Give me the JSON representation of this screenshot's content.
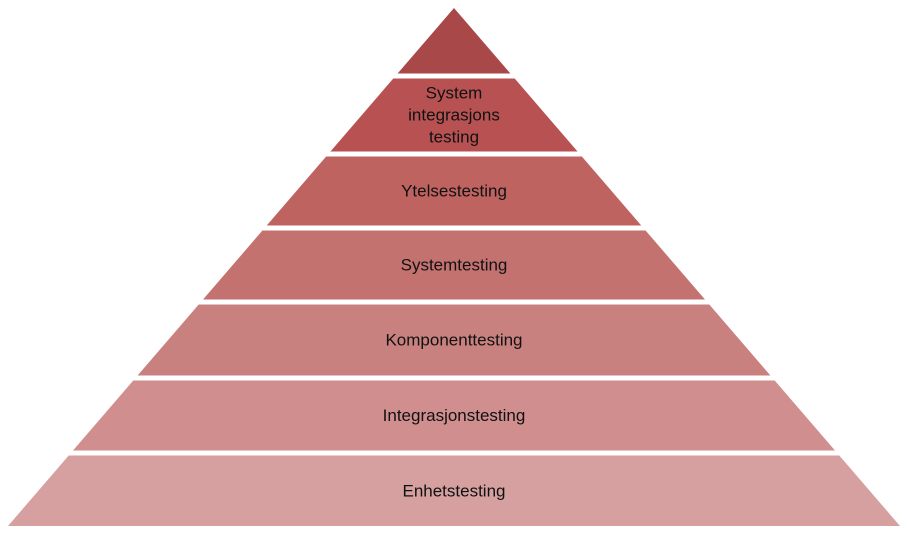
{
  "pyramid": {
    "levels": [
      {
        "label_lines": [],
        "color": "#A84848"
      },
      {
        "label_lines": [
          "System",
          "integrasjons",
          "testing"
        ],
        "color": "#B85252"
      },
      {
        "label_lines": [
          "Ytelsestesting"
        ],
        "color": "#BE6360"
      },
      {
        "label_lines": [
          "Systemtesting"
        ],
        "color": "#C47270"
      },
      {
        "label_lines": [
          "Komponenttesting"
        ],
        "color": "#C98180"
      },
      {
        "label_lines": [
          "Integrasjonstesting"
        ],
        "color": "#D08F8E"
      },
      {
        "label_lines": [
          "Enhetstesting"
        ],
        "color": "#D6A0A0"
      }
    ]
  }
}
